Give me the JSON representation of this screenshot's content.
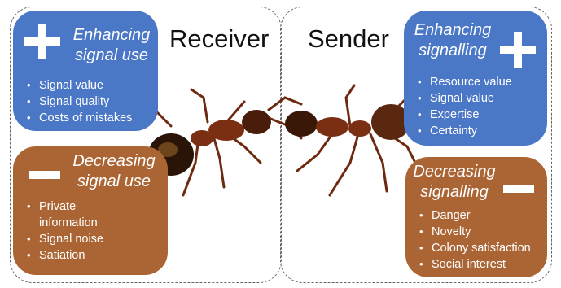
{
  "receiver": {
    "heading": "Receiver",
    "enhancing": {
      "title_line1": "Enhancing",
      "title_line2": "signal use",
      "items": [
        "Signal value",
        "Signal quality",
        "Costs of mistakes"
      ]
    },
    "decreasing": {
      "title_line1": "Decreasing",
      "title_line2": "signal use",
      "items": [
        "Private",
        "information",
        "Signal noise",
        "Satiation"
      ]
    }
  },
  "sender": {
    "heading": "Sender",
    "enhancing": {
      "title_line1": "Enhancing",
      "title_line2": "signalling",
      "items": [
        "Resource value",
        "Signal value",
        "Expertise",
        "Certainty"
      ]
    },
    "decreasing": {
      "title_line1": "Decreasing",
      "title_line2": "signalling",
      "items": [
        "Danger",
        "Novelty",
        "Colony satisfaction",
        "Social interest"
      ]
    }
  },
  "colors": {
    "enhancing_box": "#4a77c6",
    "decreasing_box": "#ab6535",
    "ant_body": "#7a2e12"
  },
  "icons": [
    "plus-icon",
    "minus-icon",
    "ant-illustration"
  ]
}
